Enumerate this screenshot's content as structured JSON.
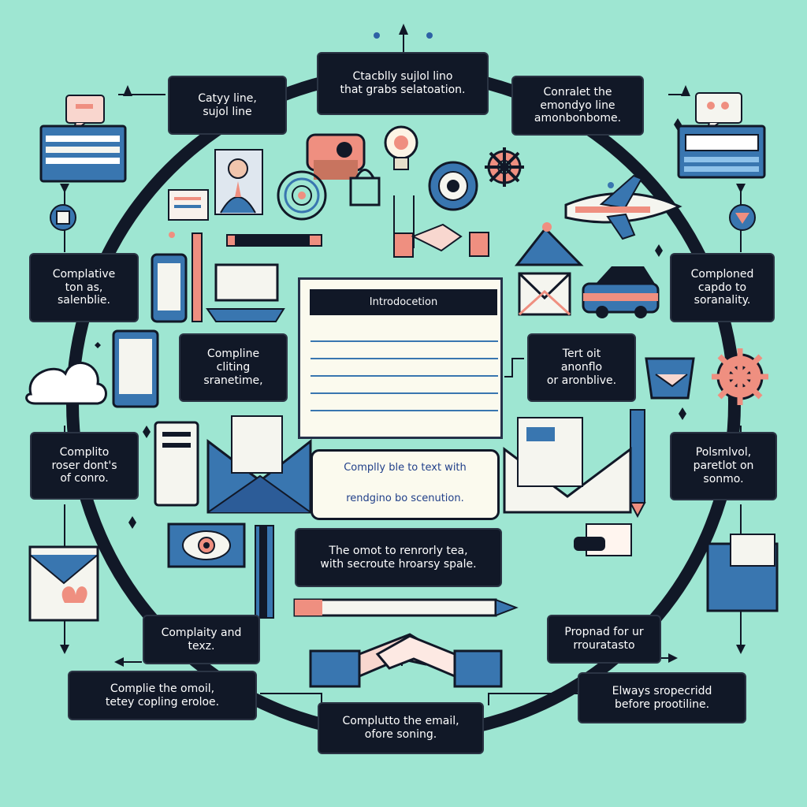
{
  "center": {
    "title": "Introdocetion",
    "bubble_line1": "Complly ble to text with",
    "bubble_line2": "rendgino bo scenution.",
    "caption": "The omot to renrorly tea,\nwith secroute hroarsy spale."
  },
  "boxes": {
    "top_center": "Ctacblly sujlol lino\nthat grabs selatoation.",
    "top_left": "Catyy line,\nsujol line",
    "top_right": "Conralet the\nemondyo line\namonbonbome.",
    "left_upper": "Complative\nton as,\nsalenblie.",
    "left_mid": "Compline\ncliting\nsranetime,",
    "left_lower": "Complito\nroser dont's\nof conro.",
    "right_upper": "Comploned\ncapdo to\nsoranality.",
    "right_mid": "Tert oit\nanonflo\nor aronblive.",
    "right_lower": "Polsmlvol,\nparetlot on\nsonmo.",
    "bottom_left_mid": "Complaity and\ntexz.",
    "bottom_right_mid": "Propnad for ur\nrrouratasto",
    "bottom_left": "Complie the omoil,\ntetey copling eroloe.",
    "bottom_center": "Complutto the email,\nofore soning.",
    "bottom_right": "Elways sropecridd\nbefore prootiline."
  },
  "colors": {
    "background": "#9ee6d2",
    "dark": "#111827",
    "blue": "#3976b0",
    "coral": "#ef8f80",
    "cream": "#fbfaee"
  },
  "icons": [
    "chat-bubble-icon",
    "message-card-icon",
    "person-icon",
    "light-bulb-icon",
    "gear-icon",
    "target-icon",
    "airplane-icon",
    "handshake-icon",
    "envelope-icon",
    "car-icon",
    "phone-icon",
    "cloud-icon",
    "pen-icon",
    "eye-icon",
    "mountain-icon"
  ]
}
